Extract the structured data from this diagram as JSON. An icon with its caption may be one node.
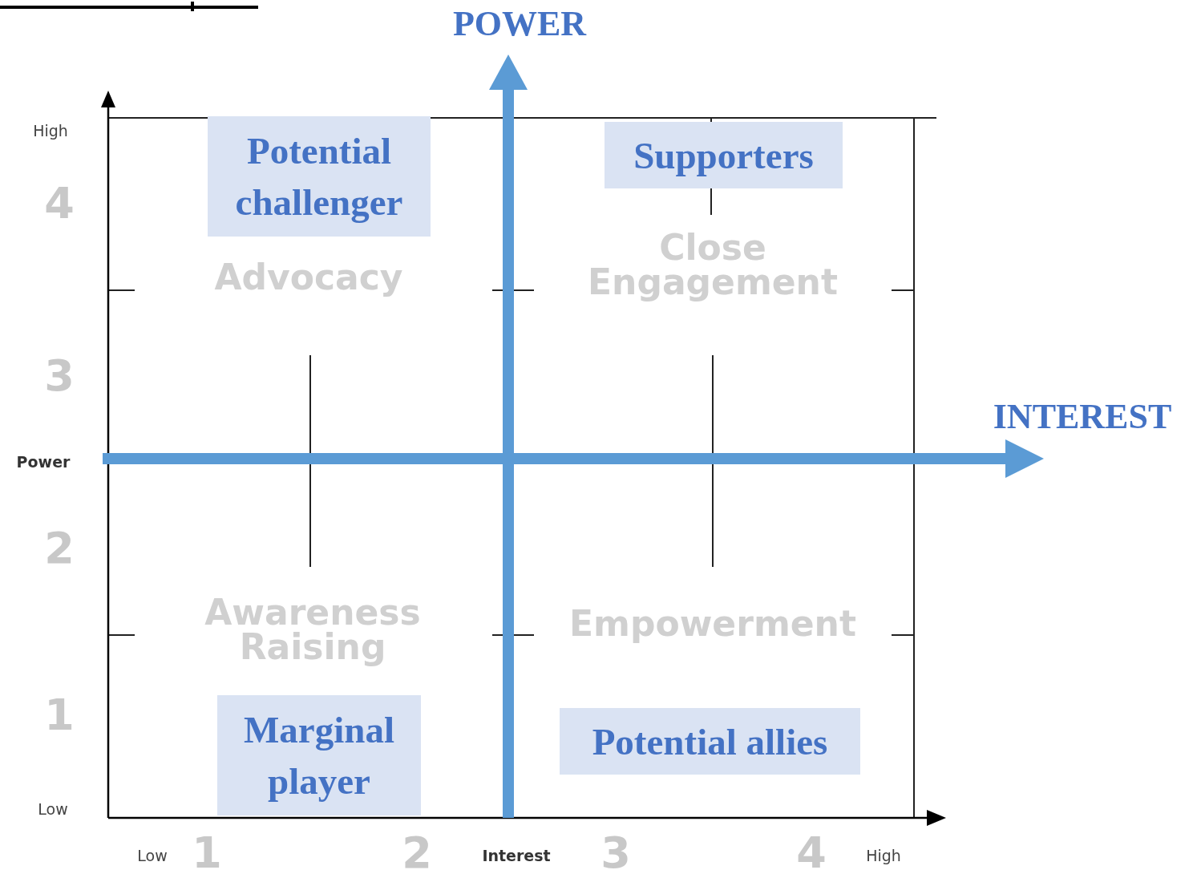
{
  "diagram": {
    "nodes": [
      {
        "text": [
          "Potential challenger"
        ]
      },
      {
        "text": [
          "Supporters"
        ]
      },
      {
        "text": [
          "Marginal player"
        ]
      },
      {
        "text": [
          "Potential allies"
        ]
      }
    ],
    "labels": [
      "POWER",
      "High",
      "4",
      "Advocacy",
      "Close Engagement",
      "3",
      "INTEREST",
      "Power",
      "2",
      "Awareness Raising",
      "Empowerment",
      "1",
      "Low",
      "Low",
      "1",
      "2",
      "Interest",
      "3",
      "4",
      "High"
    ]
  }
}
